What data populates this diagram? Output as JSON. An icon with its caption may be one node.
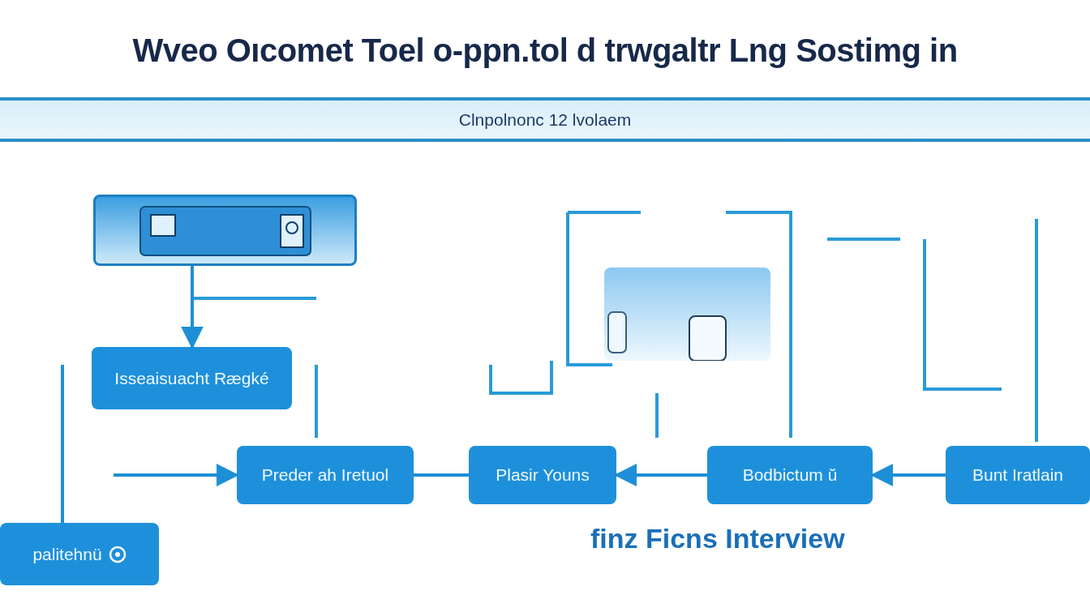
{
  "diagram": {
    "title": "Wveo Oıcomet Toel o-ppn.tol d trwgaltr Lng Sostimg in",
    "caption": "Clnpolnonc 12 lvolaem",
    "nodes": [
      {
        "text": [],
        "shape": "picture"
      },
      {
        "text": [
          "Isseaisuacht Rægké"
        ]
      },
      {
        "text": [
          "Preder ah Iretuol"
        ]
      },
      {
        "text": [
          "Plasir Youns"
        ]
      },
      {
        "text": [
          "Bodbictum ŭ"
        ]
      },
      {
        "text": [
          "Bunt Iratlain"
        ]
      },
      {
        "text": [
          "palitehnü"
        ]
      },
      {
        "text": [],
        "shape": "picture"
      }
    ],
    "edges": [
      {
        "from": 0,
        "to": 1,
        "arrow": "to"
      },
      {
        "from": null,
        "to": 2,
        "arrow": "to"
      },
      {
        "from": 2,
        "to": 3,
        "arrow": "none"
      },
      {
        "from": 4,
        "to": 3,
        "arrow": "to"
      },
      {
        "from": 5,
        "to": 4,
        "arrow": "to"
      },
      {
        "from": 6,
        "to": null,
        "arrow": "none"
      }
    ],
    "labels": [
      "finz Ficns Interview"
    ]
  }
}
